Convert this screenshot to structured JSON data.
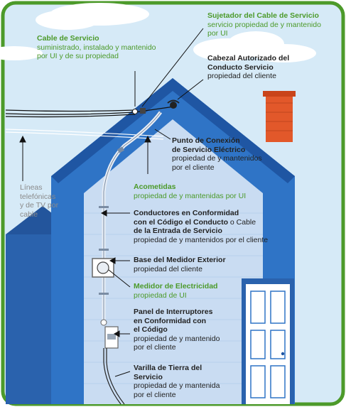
{
  "labels": {
    "cable_servicio": {
      "title": "Cable de Servicio",
      "desc": [
        "suministrado, instalado y mantenido",
        "por UI y de su propiedad"
      ]
    },
    "sujetador": {
      "title": "Sujetador del Cable de Servicio",
      "desc": [
        "servicio propiedad de y mantenido",
        "por UI"
      ]
    },
    "cabezal": {
      "title": [
        "Cabezal Autorizado del",
        "Conducto Servicio"
      ],
      "desc": "propiedad del cliente"
    },
    "punto_conexion": {
      "title": [
        "Punto de Conexión",
        "de Servicio Eléctrico"
      ],
      "desc": [
        "propiedad de y mantenidos",
        "por el cliente"
      ]
    },
    "lineas": {
      "desc": [
        "Líneas",
        "telefónicas",
        "y de TV por",
        "cable"
      ]
    },
    "acometidas": {
      "title": "Acometidas",
      "desc": "propiedad de y mantenidas por UI"
    },
    "conductores": {
      "title": [
        "Conductores en Conformidad",
        "con el Código el Conducto",
        "de la Entrada de Servicio"
      ],
      "title_tail": " o Cable",
      "desc": "propiedad de y mantenidos por el cliente"
    },
    "base_medidor": {
      "title": "Base del Medidor Exterior",
      "desc": "propiedad del cliente"
    },
    "medidor": {
      "title": "Medidor de Electricidad",
      "desc": "propiedad de UI"
    },
    "panel": {
      "title": [
        "Panel de Interruptores",
        "en Conformidad con",
        "el Código"
      ],
      "desc": [
        "propiedad de y mantenido",
        "por el cliente"
      ]
    },
    "varilla": {
      "title": [
        "Varilla de Tierra del",
        "Servicio"
      ],
      "desc": [
        "propiedad de y mantenida",
        "por el cliente"
      ]
    }
  },
  "colors": {
    "frame": "#4c9a2a",
    "sky": "#d6eaf7",
    "house_blue": "#2f74c6",
    "house_dark": "#1f56a3",
    "house_inner": "#c9dcf2",
    "side_dark": "#23559c",
    "chimney": "#e2582a",
    "door": "#ffffff",
    "green_text": "#4c9a2a"
  }
}
